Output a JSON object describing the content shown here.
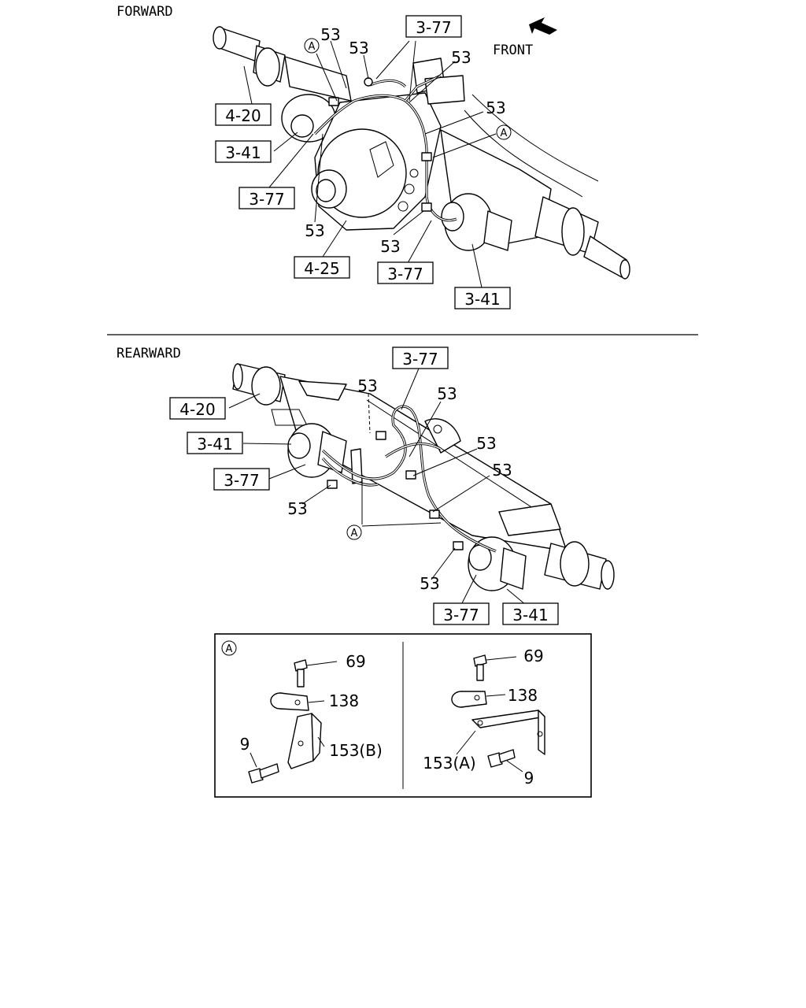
{
  "sections": {
    "forward": "FORWARD",
    "rearward": "REARWARD",
    "front": "FRONT"
  },
  "callouts": {
    "c53": "53",
    "c3_77": "3-77",
    "c4_20": "4-20",
    "c3_41": "3-41",
    "c4_25": "4-25"
  },
  "detail": {
    "marker": "A",
    "bolt_top": "69",
    "clip": "138",
    "bolt_side": "9",
    "bracket_b": "153(B)",
    "bracket_a": "153(A)"
  }
}
